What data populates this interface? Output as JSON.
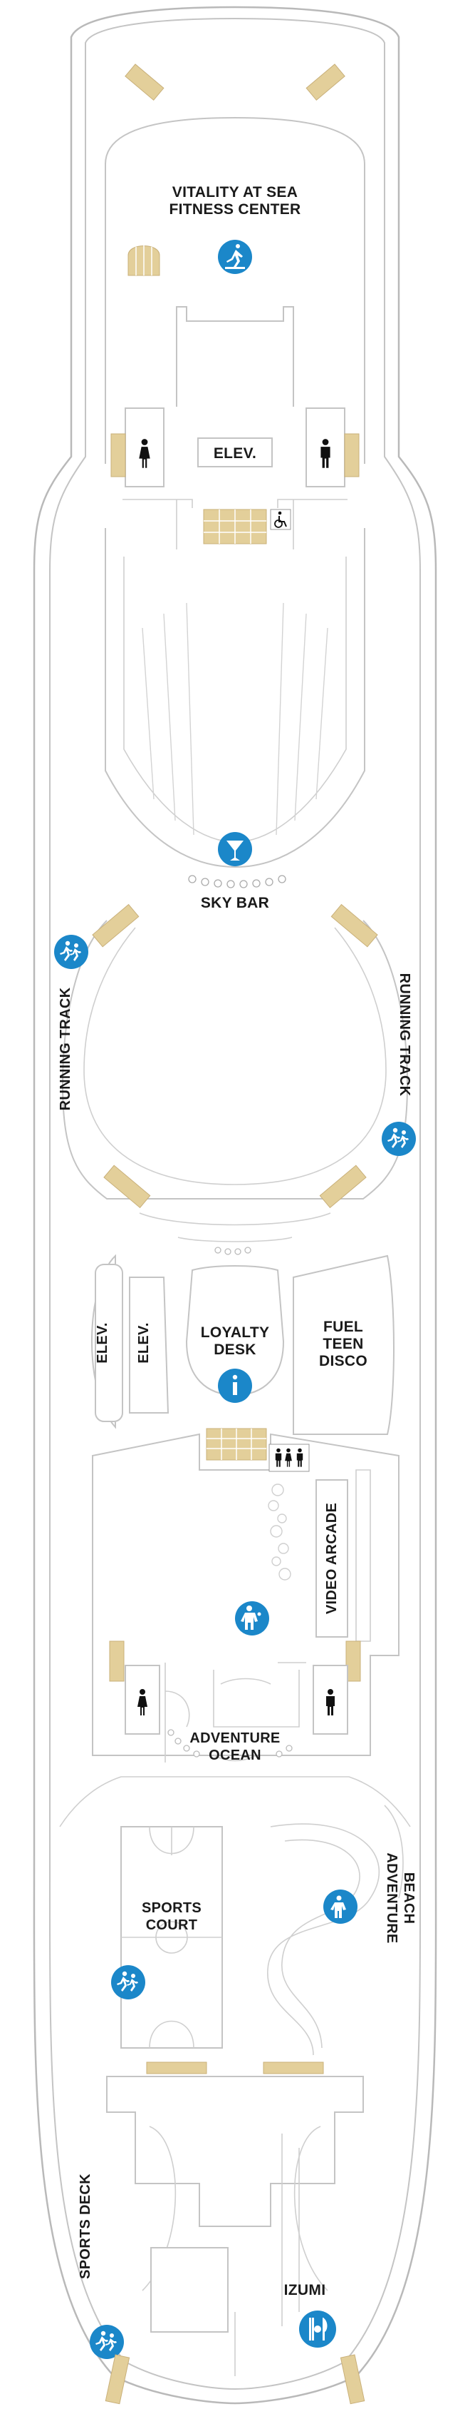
{
  "deck_map": {
    "labels": {
      "fitness_center": [
        "VITALITY AT SEA",
        "FITNESS CENTER"
      ],
      "elevators_forward": "ELEV.",
      "sky_bar": "SKY BAR",
      "running_track_left": "RUNNING TRACK",
      "running_track_right": "RUNNING TRACK",
      "elevators_mid_1": "ELEV.",
      "elevators_mid_2": "ELEV.",
      "loyalty_desk": [
        "LOYALTY",
        "DESK"
      ],
      "fuel_teen_disco": [
        "FUEL",
        "TEEN",
        "DISCO"
      ],
      "video_arcade": "VIDEO ARCADE",
      "adventure_ocean": [
        "ADVENTURE",
        "OCEAN"
      ],
      "sports_court": [
        "SPORTS",
        "COURT"
      ],
      "adventure_beach": [
        "ADVENTURE",
        "BEACH"
      ],
      "sports_deck": "SPORTS DECK",
      "izumi": "IZUMI"
    },
    "icons": {
      "fitness": "treadmill-icon",
      "bar": "cocktail-icon",
      "running": "running-icon",
      "info": "info-icon",
      "kids": "kids-icon",
      "water_play": "water-play-icon",
      "dining": "dining-icon",
      "restroom_women": "women-restroom-icon",
      "restroom_men": "men-restroom-icon",
      "accessible": "wheelchair-icon"
    },
    "colors": {
      "icon_blue": "#1b87c9",
      "stairs": "#e3cf9a",
      "outline": "#c4c4c4"
    }
  }
}
